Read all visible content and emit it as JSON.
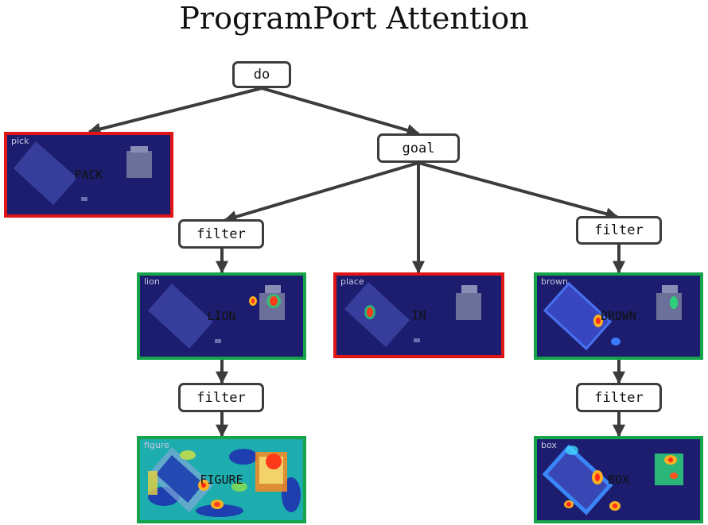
{
  "title": "ProgramPort Attention",
  "colors": {
    "wrong": "#e01515",
    "correct": "#17a34a",
    "edge": "#3c3c3c",
    "panel_bg": "#1c1d6e"
  },
  "nodes": {
    "do": "do",
    "goal": "goal",
    "filter_lion": "filter",
    "filter_figure": "filter",
    "filter_brown": "filter",
    "filter_box": "filter"
  },
  "panels": {
    "pick": {
      "tag": "pick",
      "word": "PACK",
      "status": "wrong"
    },
    "lion": {
      "tag": "lion",
      "word": "LION",
      "status": "correct"
    },
    "place": {
      "tag": "place",
      "word": "IN",
      "status": "wrong"
    },
    "brown": {
      "tag": "brown",
      "word": "BROWN",
      "status": "correct"
    },
    "figure": {
      "tag": "figure",
      "word": "FIGURE",
      "status": "correct"
    },
    "box": {
      "tag": "box",
      "word": "BOX",
      "status": "correct"
    }
  }
}
